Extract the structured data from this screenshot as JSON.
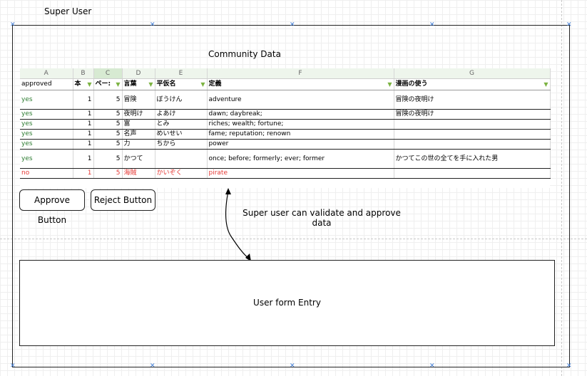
{
  "title": "Super User",
  "community_title": "Community Data",
  "annotation": "Super user can validate and approve data",
  "form_label": "User form Entry",
  "buttons": {
    "approve": "Approve Button",
    "reject": "Reject Button"
  },
  "sheet": {
    "col_letters": [
      "A",
      "B",
      "C",
      "D",
      "E",
      "F",
      "G"
    ],
    "headers": [
      "approved",
      "本",
      "ペー:",
      "言葉",
      "平仮名",
      "定義",
      "漫画の使う"
    ],
    "rows": [
      [
        "yes",
        "1",
        "5",
        "冒険",
        "ぼうけん",
        "adventure",
        "冒険の夜明け"
      ],
      [
        "yes",
        "1",
        "5",
        "夜明け",
        "よあけ",
        "dawn; daybreak;",
        "冒険の夜明け"
      ],
      [
        "yes",
        "1",
        "5",
        "富",
        "とみ",
        "riches; wealth; fortune;",
        ""
      ],
      [
        "yes",
        "1",
        "5",
        "名声",
        "めいせい",
        "fame; reputation; renown",
        ""
      ],
      [
        "yes",
        "1",
        "5",
        "力",
        "ちから",
        "power",
        ""
      ],
      [
        "yes",
        "1",
        "5",
        "かつて",
        "",
        "once; before; formerly; ever; former",
        "かつてこの世の全てを手に入れた男"
      ],
      [
        "no",
        "1",
        "5",
        "海賊",
        "かいぞく",
        "pirate",
        ""
      ]
    ]
  },
  "colors": {
    "accent_green": "#2e7d32",
    "rejected_red": "#e53935",
    "handle_blue": "#3d7bd6"
  }
}
